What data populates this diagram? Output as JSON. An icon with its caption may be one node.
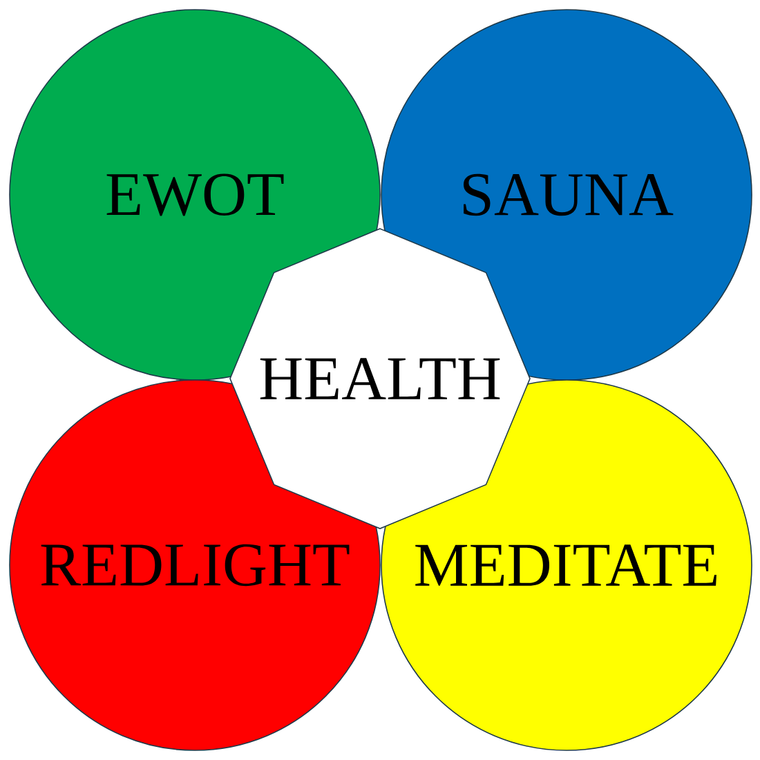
{
  "diagram": {
    "nodes": [
      {
        "text": [
          "EWOT"
        ]
      },
      {
        "text": [
          "SAUNA"
        ]
      },
      {
        "text": [
          "HEALTH"
        ]
      },
      {
        "text": [
          "REDLIGHT"
        ]
      },
      {
        "text": [
          "MEDITATE"
        ]
      }
    ]
  }
}
